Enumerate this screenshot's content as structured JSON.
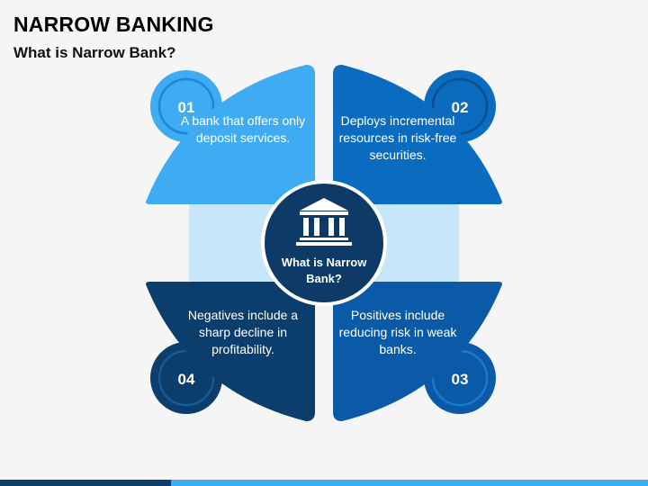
{
  "header": {
    "title": "NARROW BANKING",
    "subtitle": "What is Narrow Bank?"
  },
  "center": {
    "label": "What is Narrow Bank?",
    "icon": "bank-building-icon"
  },
  "quadrants": [
    {
      "number": "01",
      "text": "A bank that offers only deposit services."
    },
    {
      "number": "02",
      "text": "Deploys incremental resources in risk-free securities."
    },
    {
      "number": "03",
      "text": "Positives include reducing risk in weak banks."
    },
    {
      "number": "04",
      "text": "Negatives include a sharp decline in profitability."
    }
  ],
  "colors": {
    "q1": "#3fabf2",
    "q2": "#0b6bbf",
    "q3": "#0a5aa8",
    "q4": "#0b3d6d",
    "center": "#0d3a66",
    "backdrop": "#c8e6fa",
    "bar_dark": "#0b3d6d",
    "bar_light": "#3fabf2"
  }
}
